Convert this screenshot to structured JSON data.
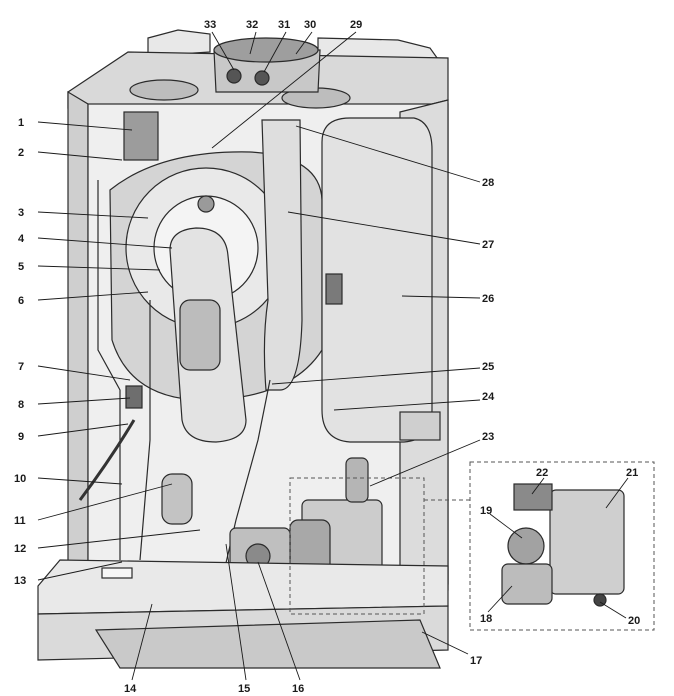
{
  "callouts": [
    {
      "id": "1",
      "label": "1"
    },
    {
      "id": "2",
      "label": "2"
    },
    {
      "id": "3",
      "label": "3"
    },
    {
      "id": "4",
      "label": "4"
    },
    {
      "id": "5",
      "label": "5"
    },
    {
      "id": "6",
      "label": "6"
    },
    {
      "id": "7",
      "label": "7"
    },
    {
      "id": "8",
      "label": "8"
    },
    {
      "id": "9",
      "label": "9"
    },
    {
      "id": "10",
      "label": "10"
    },
    {
      "id": "11",
      "label": "11"
    },
    {
      "id": "12",
      "label": "12"
    },
    {
      "id": "13",
      "label": "13"
    },
    {
      "id": "14",
      "label": "14"
    },
    {
      "id": "15",
      "label": "15"
    },
    {
      "id": "16",
      "label": "16"
    },
    {
      "id": "17",
      "label": "17"
    },
    {
      "id": "18",
      "label": "18"
    },
    {
      "id": "19",
      "label": "19"
    },
    {
      "id": "20",
      "label": "20"
    },
    {
      "id": "21",
      "label": "21"
    },
    {
      "id": "22",
      "label": "22"
    },
    {
      "id": "23",
      "label": "23"
    },
    {
      "id": "24",
      "label": "24"
    },
    {
      "id": "25",
      "label": "25"
    },
    {
      "id": "26",
      "label": "26"
    },
    {
      "id": "27",
      "label": "27"
    },
    {
      "id": "28",
      "label": "28"
    },
    {
      "id": "29",
      "label": "29"
    },
    {
      "id": "30",
      "label": "30"
    },
    {
      "id": "31",
      "label": "31"
    },
    {
      "id": "32",
      "label": "32"
    },
    {
      "id": "33",
      "label": "33"
    }
  ],
  "colors": {
    "housing": "#e6e6e6",
    "housing_dark": "#cfcfcf",
    "component": "#bdbdbd",
    "component_light": "#f0f0f0",
    "line": "#1a1a1a",
    "accent_dark": "#6a6a6a"
  }
}
